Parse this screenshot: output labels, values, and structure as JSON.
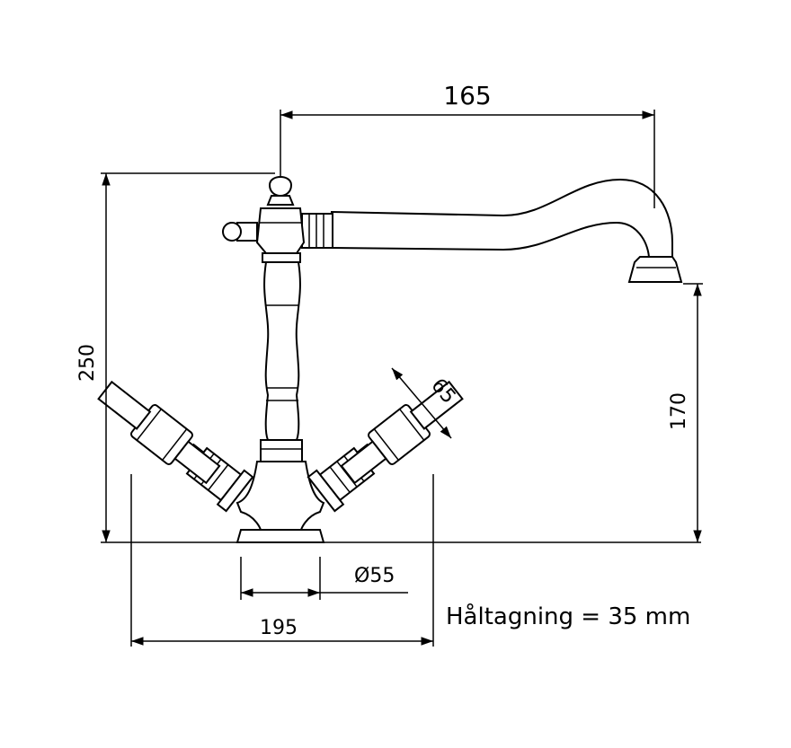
{
  "dimensions": {
    "spout_reach": "165",
    "total_height": "250",
    "spout_height": "170",
    "handle_length": "65",
    "base_diameter": "Ø55",
    "handle_span": "195"
  },
  "note": "Håltagning = 35 mm"
}
